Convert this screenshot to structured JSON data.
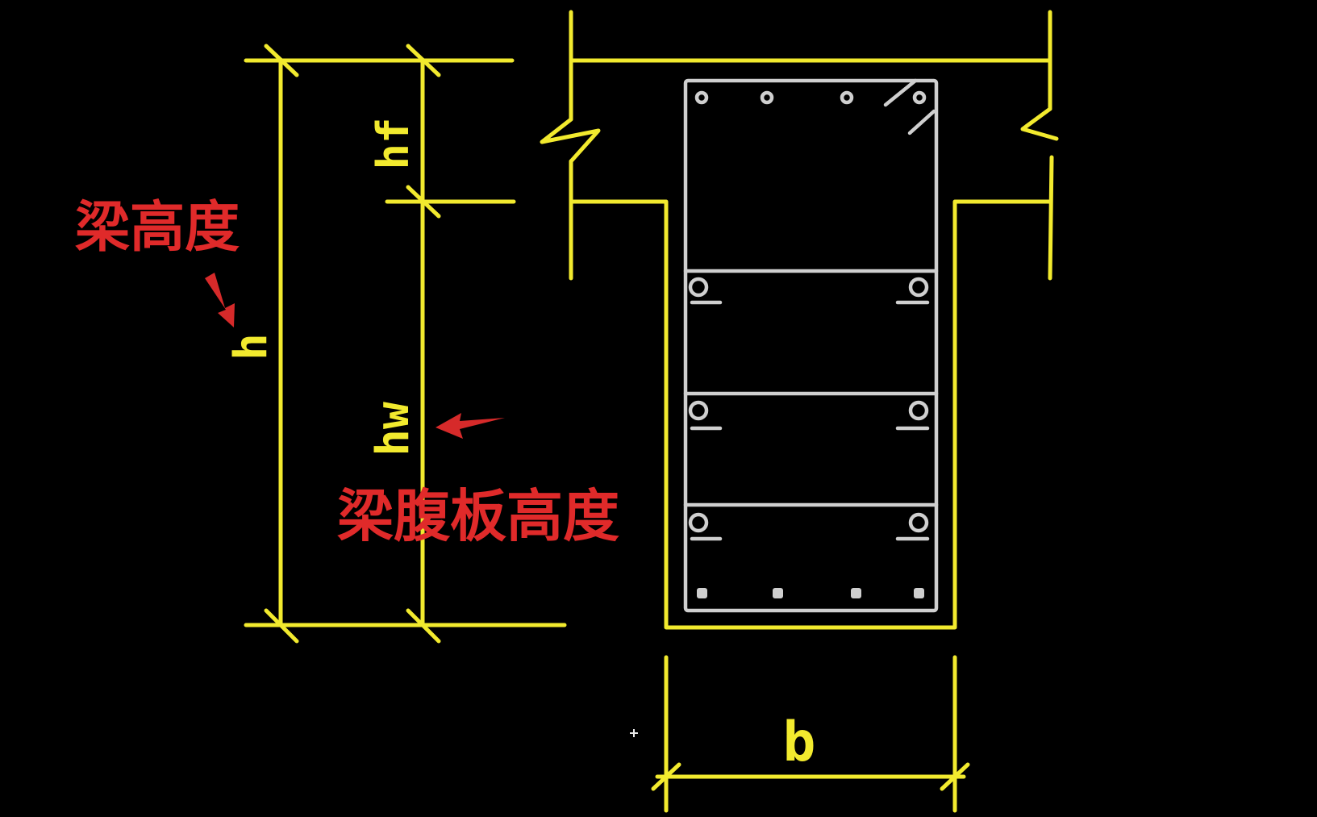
{
  "labels": {
    "beam_height_cn": "梁高度",
    "web_height_cn": "梁腹板高度",
    "h": "h",
    "hf": "hf",
    "hw": "hw",
    "b": "b"
  },
  "colors": {
    "background": "#000000",
    "dimension_lines": "#f2ea2e",
    "rebar": "#cfcfcf",
    "annotation": "#e02a2a"
  }
}
